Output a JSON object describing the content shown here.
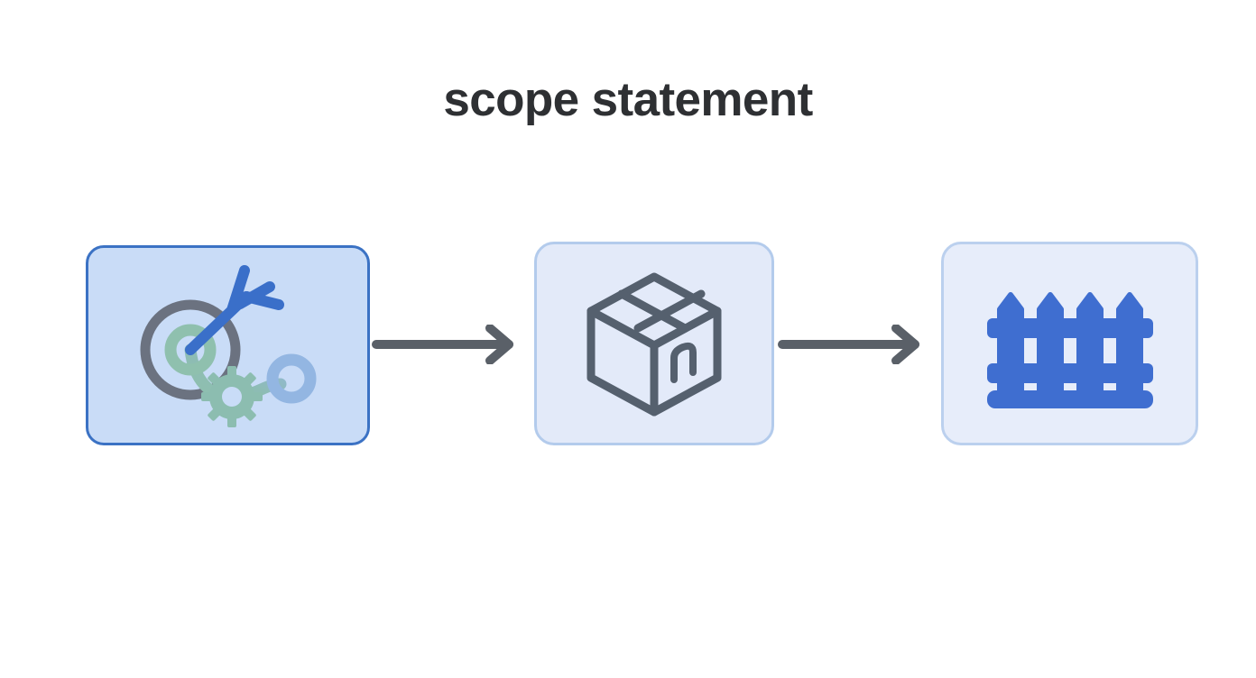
{
  "page": {
    "title": "scope statement",
    "background_color": "#ffffff",
    "title_color": "#2e3033"
  },
  "flow": {
    "type": "three-step-horizontal-flow",
    "steps": [
      {
        "id": "step-1",
        "icon_name": "fork-target-gear-process-icon",
        "highlighted": true,
        "card_fill": "#c9dcf7",
        "card_border": "#3b72c4",
        "icon_colors": {
          "fork": "#3a6fc9",
          "ring": "#6b7280",
          "curve_start": "#8dbcae",
          "curve_end": "#8fb2e0"
        }
      },
      {
        "id": "step-2",
        "icon_name": "package-box-icon",
        "highlighted": false,
        "card_fill": "#e3eaf9",
        "card_border": "#b3cbec",
        "icon_colors": {
          "outline": "#55606e"
        }
      },
      {
        "id": "step-3",
        "icon_name": "fence-boundary-icon",
        "highlighted": false,
        "card_fill": "#e7edfa",
        "card_border": "#bbd0ee",
        "icon_colors": {
          "fence": "#3f6ed0"
        }
      }
    ],
    "connectors": [
      {
        "id": "connector-1",
        "icon_name": "arrow-right-icon",
        "color": "#5a6068"
      },
      {
        "id": "connector-2",
        "icon_name": "arrow-right-icon",
        "color": "#5a6068"
      }
    ]
  }
}
